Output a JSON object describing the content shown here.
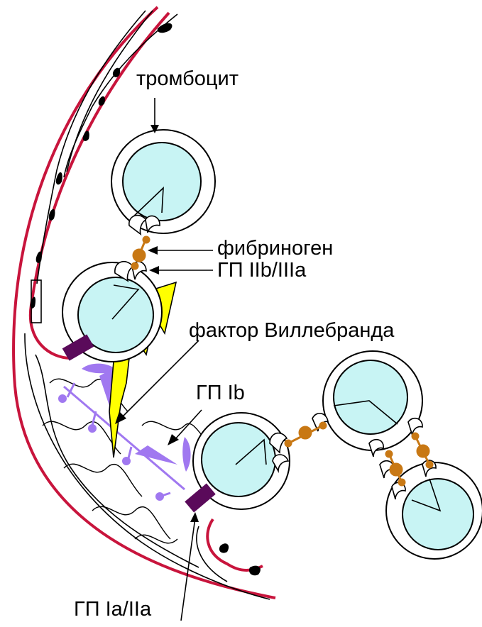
{
  "labels": {
    "platelet": "тромбоцит",
    "fibrinogen": "фибриноген",
    "gp_iib_iiia": "ГП IIb/IIIa",
    "von_willebrand": "фактор Виллебранда",
    "gp_ib": "ГП Ib",
    "gp_ia_iia": "ГП Ia/IIa"
  },
  "colors": {
    "vessel_wall": "#c8143c",
    "platelet_fill": "#c8f4f4",
    "fibrinogen": "#c87814",
    "von_willebrand": "#ffff00",
    "gp_ib": "#a078f0",
    "collagen": "#a078f0",
    "gp_ia_iia": "#5a0a5a"
  },
  "icons": {
    "platelet": "platelet-icon",
    "fibrinogen": "fibrinogen-icon"
  }
}
